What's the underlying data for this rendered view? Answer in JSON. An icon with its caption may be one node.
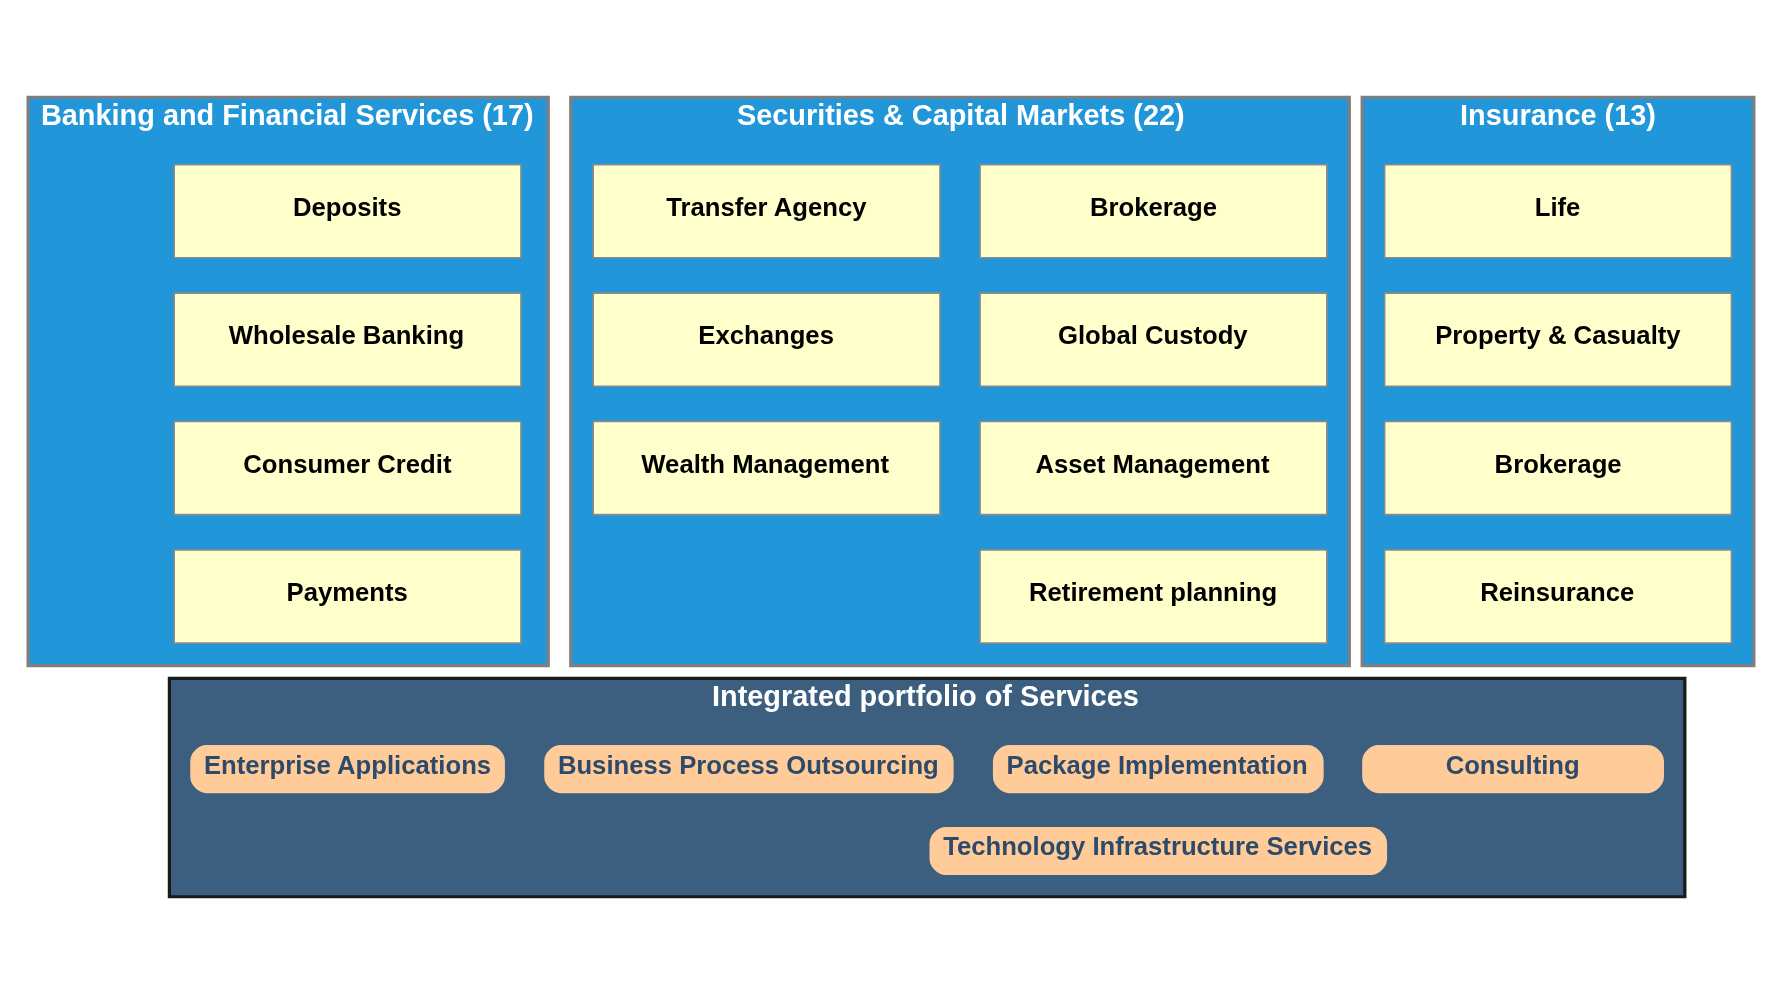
{
  "diagram": {
    "nodes": [
      {
        "text": [
          "Banking and Financial Services (17)"
        ]
      },
      {
        "text": [
          "Deposits"
        ],
        "in": 0
      },
      {
        "text": [
          "Wholesale Banking"
        ],
        "in": 0
      },
      {
        "text": [
          "Consumer Credit"
        ],
        "in": 0
      },
      {
        "text": [
          "Payments"
        ],
        "in": 0
      },
      {
        "text": [
          "Securities & Capital Markets (22)"
        ]
      },
      {
        "text": [
          "Brokerage"
        ],
        "in": 5
      },
      {
        "text": [
          "Transfer Agency"
        ],
        "in": 5
      },
      {
        "text": [
          "Global Custody"
        ],
        "in": 5
      },
      {
        "text": [
          "Exchanges"
        ],
        "in": 5
      },
      {
        "text": [
          "Asset Management"
        ],
        "in": 5
      },
      {
        "text": [
          "Wealth Management"
        ],
        "in": 5
      },
      {
        "text": [
          "Retirement planning"
        ],
        "in": 5
      },
      {
        "text": [
          "Insurance (13)"
        ]
      },
      {
        "text": [
          "Life"
        ],
        "in": 13
      },
      {
        "text": [
          "Property & Casualty"
        ],
        "in": 13
      },
      {
        "text": [
          "Brokerage"
        ],
        "in": 13
      },
      {
        "text": [
          "Reinsurance"
        ],
        "in": 13
      },
      {
        "text": [
          "Integrated portfolio of Services"
        ]
      },
      {
        "text": [
          "Enterprise Applications"
        ],
        "in": 18
      },
      {
        "text": [
          "Package Implementation"
        ],
        "in": 18
      },
      {
        "text": [
          "Business Process Outsourcing"
        ],
        "in": 18
      },
      {
        "text": [
          "Consulting"
        ],
        "in": 18
      },
      {
        "text": [
          "Technology Infrastructure Services"
        ],
        "in": 18
      }
    ]
  }
}
